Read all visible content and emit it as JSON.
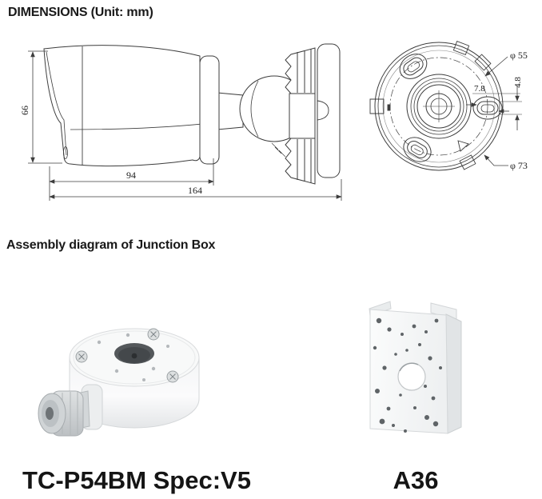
{
  "page": {
    "background": "#ffffff"
  },
  "dimensions_section": {
    "title": "DIMENSIONS (Unit: mm)",
    "figures": [
      "camera-side-view-drawing",
      "mount-base-rear-view-drawing"
    ],
    "side_view": {
      "height_mm": "66",
      "body_length_mm": "94",
      "overall_length_mm": "164"
    },
    "rear_view": {
      "circle_diameter_mm": "φ 55",
      "slot_width_mm": "7.8",
      "slot_height_mm": "4.8",
      "base_diameter_mm": "φ 73"
    }
  },
  "assembly_section": {
    "title": "Assembly diagram of Junction Box",
    "products": [
      {
        "label": "TC-P54BM Spec:V5",
        "image": "junction-box-photo"
      },
      {
        "label": "A36",
        "image": "wall-mount-bracket-photo"
      }
    ]
  }
}
